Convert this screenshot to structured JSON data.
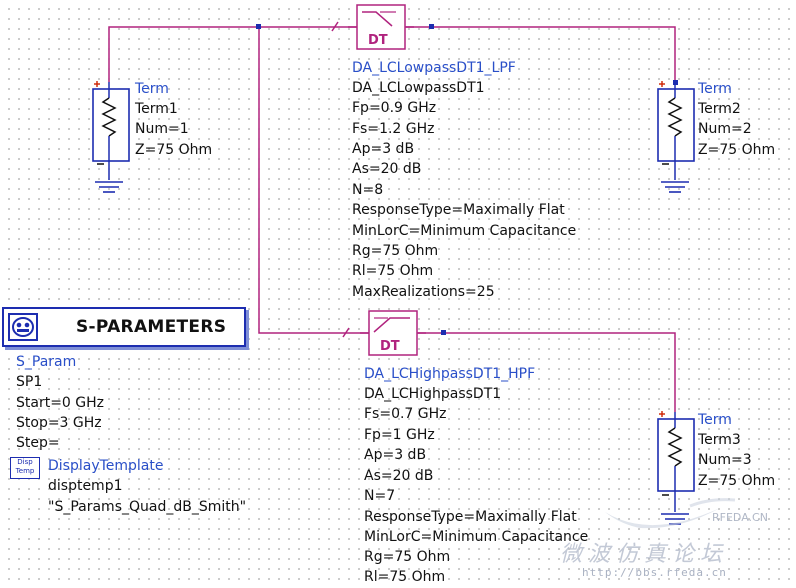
{
  "lpf": {
    "symbol": "DT",
    "lines": [
      "DA_LCLowpassDT1_LPF",
      "DA_LCLowpassDT1",
      "Fp=0.9 GHz",
      "Fs=1.2 GHz",
      "Ap=3 dB",
      "As=20 dB",
      "N=8",
      "ResponseType=Maximally Flat",
      "MinLorC=Minimum Capacitance",
      "Rg=75 Ohm",
      "Rl=75 Ohm",
      "MaxRealizations=25"
    ]
  },
  "hpf": {
    "symbol": "DT",
    "lines": [
      "DA_LCHighpassDT1_HPF",
      "DA_LCHighpassDT1",
      "Fs=0.7 GHz",
      "Fp=1 GHz",
      "Ap=3 dB",
      "As=20 dB",
      "N=7",
      "ResponseType=Maximally Flat",
      "MinLorC=Minimum Capacitance",
      "Rg=75 Ohm",
      "Rl=75 Ohm"
    ]
  },
  "term1": {
    "lines": [
      "Term",
      "Term1",
      "Num=1",
      "Z=75 Ohm"
    ]
  },
  "term2": {
    "lines": [
      "Term",
      "Term2",
      "Num=2",
      "Z=75 Ohm"
    ]
  },
  "term3": {
    "lines": [
      "Term",
      "Term3",
      "Num=3",
      "Z=75 Ohm"
    ]
  },
  "sparams": {
    "title": "S-PARAMETERS",
    "lines": [
      "S_Param",
      "SP1",
      "Start=0 GHz",
      "Stop=3 GHz",
      "Step="
    ]
  },
  "display_template": {
    "icon_text": [
      "Disp",
      "Temp"
    ],
    "lines": [
      "DisplayTemplate",
      "disptemp1",
      "\"S_Params_Quad_dB_Smith\""
    ]
  },
  "watermark": {
    "site": "RFEDA.CN",
    "title": "微波仿真论坛",
    "url": "http://bbs.rfeda.cn"
  },
  "colors": {
    "wire": "#b0237e",
    "instance_name": "#2a4fc8",
    "component_border": "#1d2db0",
    "text": "#111111",
    "plus_marker": "#cc2200"
  }
}
